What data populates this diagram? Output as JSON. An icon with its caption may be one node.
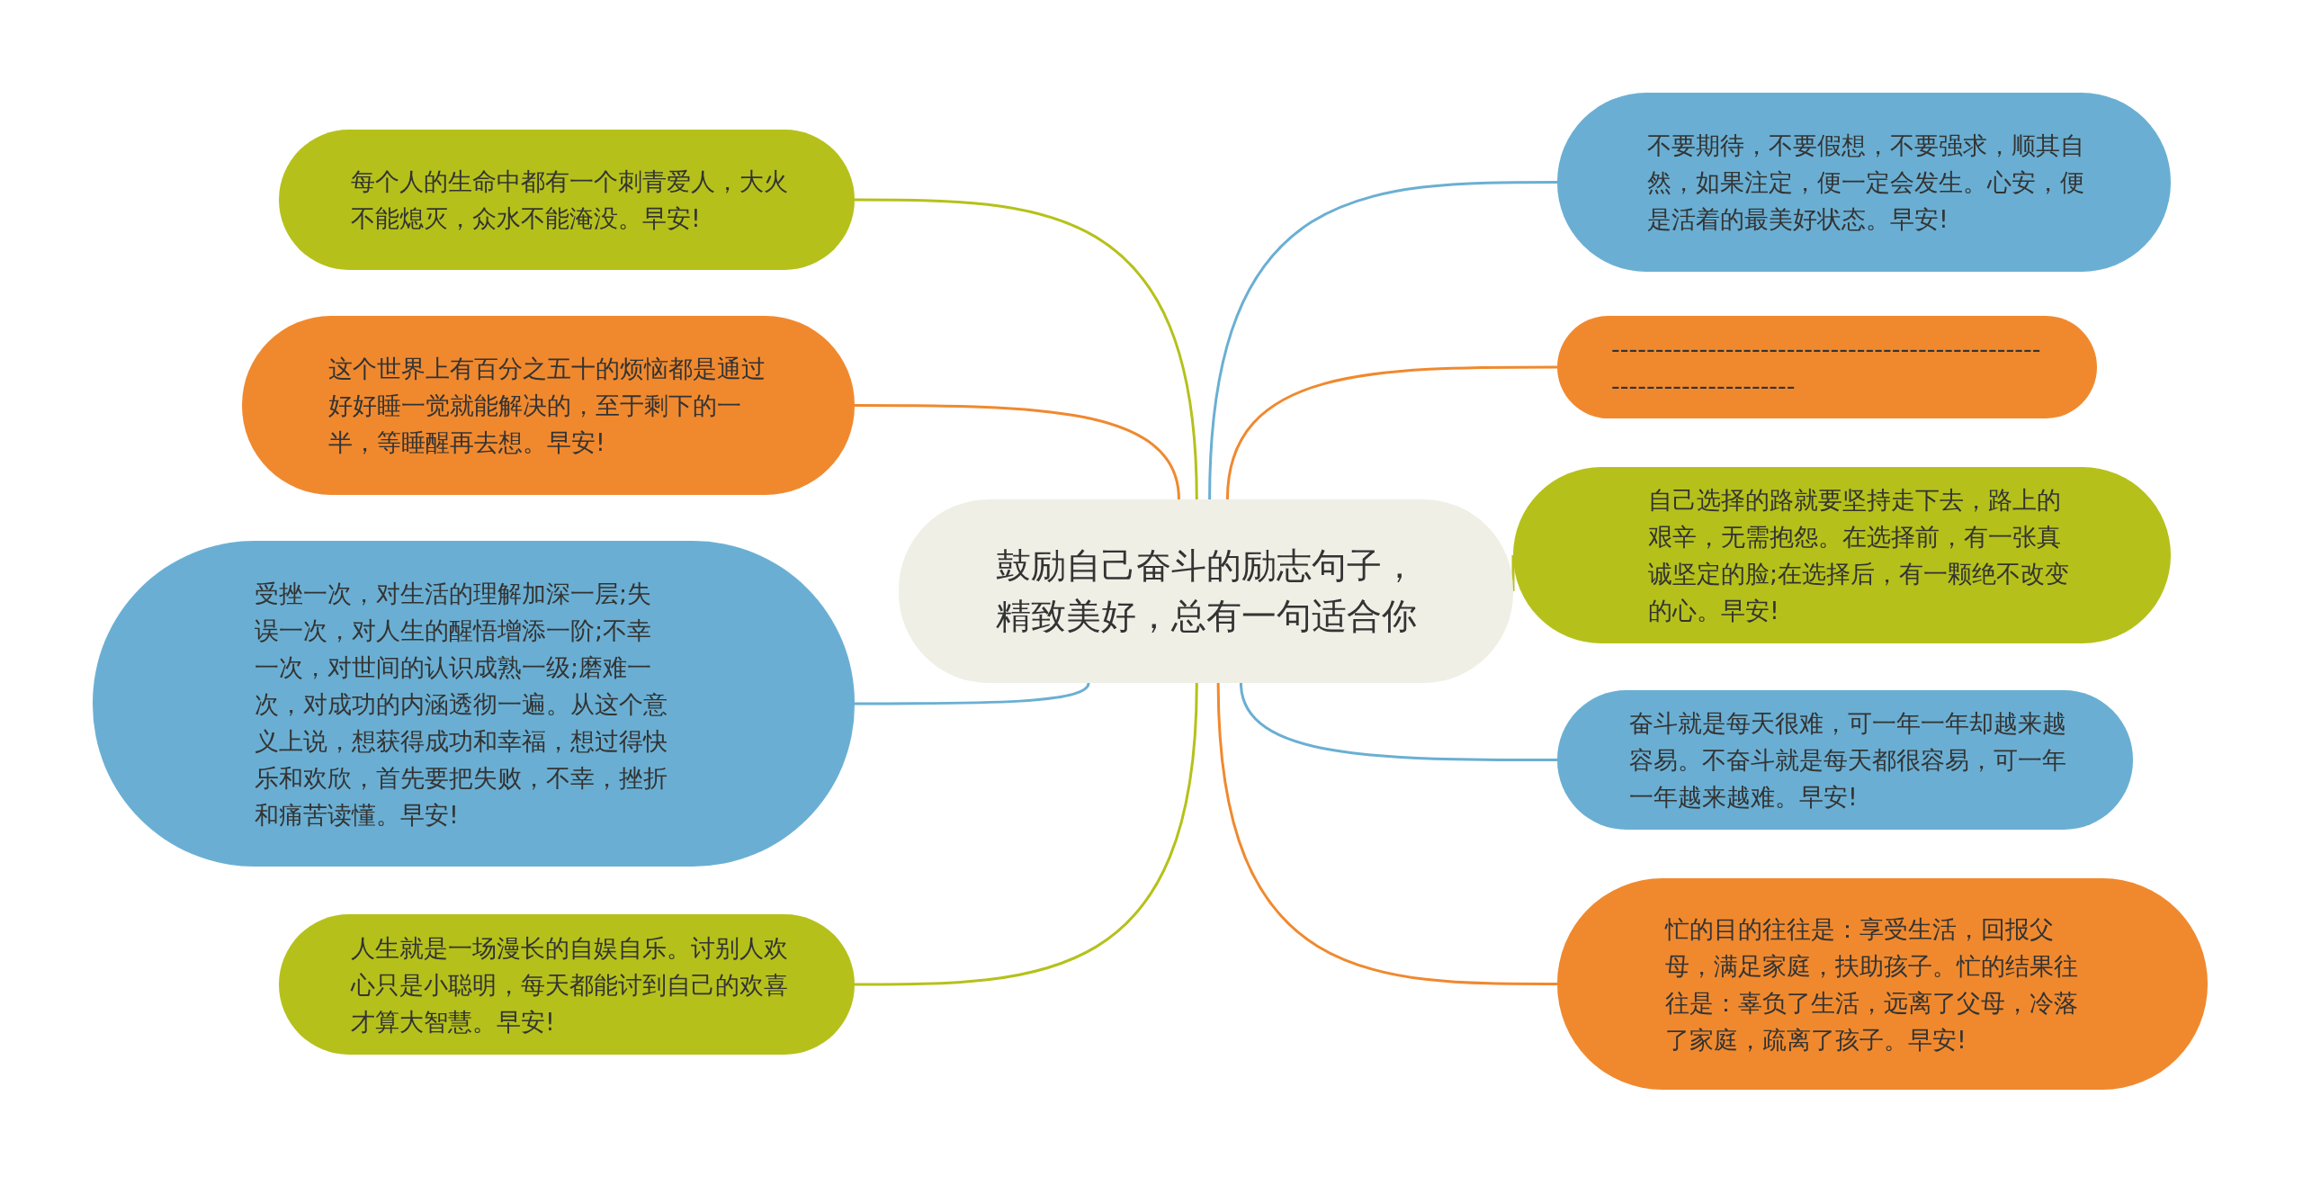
{
  "diagram": {
    "nodes": [
      {
        "text": [
          "鼓励自己奋斗的励志句子，精致美好，总有一句适合你"
        ]
      },
      {
        "text": [
          "每个人的生命中都有一个刺青爱人，大火不能熄灭，众水不能淹没。早安!"
        ]
      },
      {
        "text": [
          "这个世界上有百分之五十的烦恼都是通过好好睡一觉就能解决的，至于剩下的一半，等睡醒再去想。早安!"
        ]
      },
      {
        "text": [
          "受挫一次，对生活的理解加深一层;失误一次，对人生的醒悟增添一阶;不幸一次，对世间的认识成熟一级;磨难一次，对成功的内涵透彻一遍。从这个意义上说，想获得成功和幸福，想过得快乐和欢欣，首先要把失败，不幸，挫折和痛苦读懂。早安!"
        ]
      },
      {
        "text": [
          "人生就是一场漫长的自娱自乐。讨别人欢心只是小聪明，每天都能讨到自己的欢喜才算大智慧。早安!"
        ]
      },
      {
        "text": [
          "不要期待，不要假想，不要强求，顺其自然，如果注定，便一定会发生。心安，便是活着的最美好状态。早安!"
        ]
      },
      {
        "text": [
          "----------------------------------------------------------------------"
        ]
      },
      {
        "text": [
          "自己选择的路就要坚持走下去，路上的艰辛，无需抱怨。在选择前，有一张真诚坚定的脸;在选择后，有一颗绝不改变的心。早安!"
        ]
      },
      {
        "text": [
          "奋斗就是每天很难，可一年一年却越来越容易。不奋斗就是每天都很容易，可一年一年越来越难。早安!"
        ]
      },
      {
        "text": [
          "忙的目的往往是：享受生活，回报父母，满足家庭，扶助孩子。忙的结果往往是：辜负了生活，远离了父母，冷落了家庭，疏离了孩子。早安!"
        ]
      }
    ],
    "edges": [
      {
        "from": 0,
        "to": 1,
        "arrow": "none",
        "color": "#b5c11a"
      },
      {
        "from": 0,
        "to": 2,
        "arrow": "none",
        "color": "#f0892e"
      },
      {
        "from": 0,
        "to": 3,
        "arrow": "none",
        "color": "#6aafd3"
      },
      {
        "from": 0,
        "to": 4,
        "arrow": "none",
        "color": "#b5c11a"
      },
      {
        "from": 0,
        "to": 5,
        "arrow": "none",
        "color": "#6aafd3"
      },
      {
        "from": 0,
        "to": 6,
        "arrow": "none",
        "color": "#f0892e"
      },
      {
        "from": 0,
        "to": 7,
        "arrow": "none",
        "color": "#b5c11a"
      },
      {
        "from": 0,
        "to": 8,
        "arrow": "none",
        "color": "#6aafd3"
      },
      {
        "from": 0,
        "to": 9,
        "arrow": "none",
        "color": "#f0892e"
      }
    ]
  }
}
